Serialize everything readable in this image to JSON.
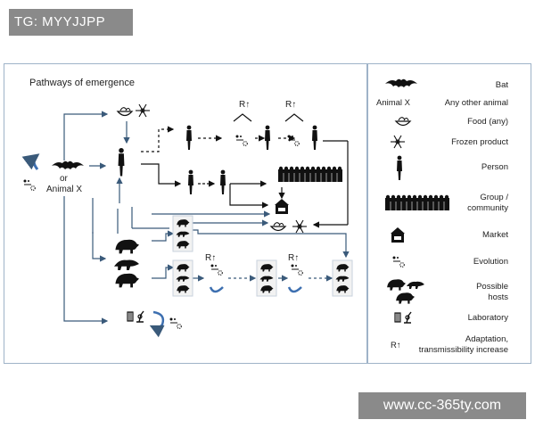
{
  "watermarks": {
    "top": "TG: MYYJJPP",
    "bottom": "www.cc-365ty.com"
  },
  "diagram": {
    "title": "Pathways of emergence",
    "source_label": "or",
    "source_label_2": "Animal X",
    "adapt_symbol": "R↑"
  },
  "legend": [
    {
      "icon": "bat-icon",
      "label": "Bat"
    },
    {
      "icon": "animal-x-text",
      "label": "Any other animal",
      "icon_text": "Animal X"
    },
    {
      "icon": "food-bowl-icon",
      "label": "Food (any)"
    },
    {
      "icon": "snowflake-icon",
      "label": "Frozen product"
    },
    {
      "icon": "person-icon",
      "label": "Person"
    },
    {
      "icon": "crowd-icon",
      "label": "Group /\ncommunity",
      "label_1": "Group /",
      "label_2": "community"
    },
    {
      "icon": "market-icon",
      "label": "Market"
    },
    {
      "icon": "evolution-icon",
      "label": "Evolution"
    },
    {
      "icon": "animal-hosts-icon",
      "label": "Possible\nhosts",
      "label_1": "Possible",
      "label_2": "hosts"
    },
    {
      "icon": "laboratory-icon",
      "label": "Laboratory"
    },
    {
      "icon": "adaptation-icon",
      "label": "Adaptation,\ntransmissibility increase",
      "label_1": "Adaptation,",
      "label_2": "transmissibility increase",
      "icon_text": "R↑"
    }
  ],
  "colors": {
    "frame": "#9fb3c8",
    "arrow": "#3a5a7a",
    "blue_curve": "#3d6fb0",
    "icon": "#111111",
    "watermark_bg": "#8a8a8a"
  }
}
